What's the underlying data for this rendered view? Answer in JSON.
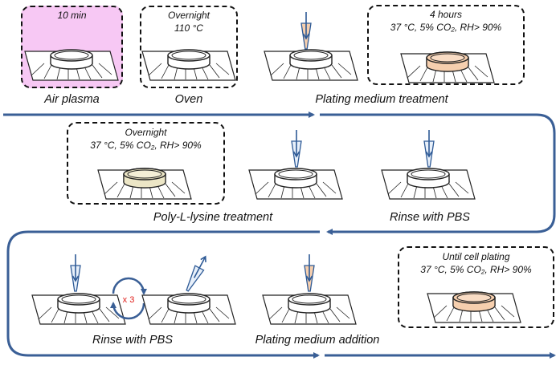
{
  "row1": {
    "air_plasma": {
      "time": "10 min",
      "label": "Air plasma"
    },
    "oven": {
      "time": "Overnight",
      "temp": "110 °C",
      "label": "Oven"
    },
    "plating_treatment": {
      "label": "Plating medium treatment"
    },
    "incubation": {
      "time": "4 hours",
      "conditions": "37 °C, 5% CO₂, RH> 90%"
    }
  },
  "row2": {
    "polylysine_incubation": {
      "time": "Overnight",
      "conditions": "37 °C, 5% CO₂, RH> 90%"
    },
    "polylysine_label": "Poly-L-lysine treatment",
    "rinse_label": "Rinse with PBS"
  },
  "row3": {
    "rinse_label": "Rinse with PBS",
    "repeat": "x 3",
    "addition_label": "Plating medium addition",
    "until_plating": {
      "time": "Until cell plating",
      "conditions": "37 °C, 5% CO₂, RH> 90%"
    }
  },
  "colors": {
    "flow_arrow": "#3a5f96",
    "pipette": "#2e5a96",
    "medium": "#f6cfae",
    "polylysine": "#ece6c6",
    "repeat_text": "#e0201c",
    "plasma_box": "#f7c8f4"
  }
}
